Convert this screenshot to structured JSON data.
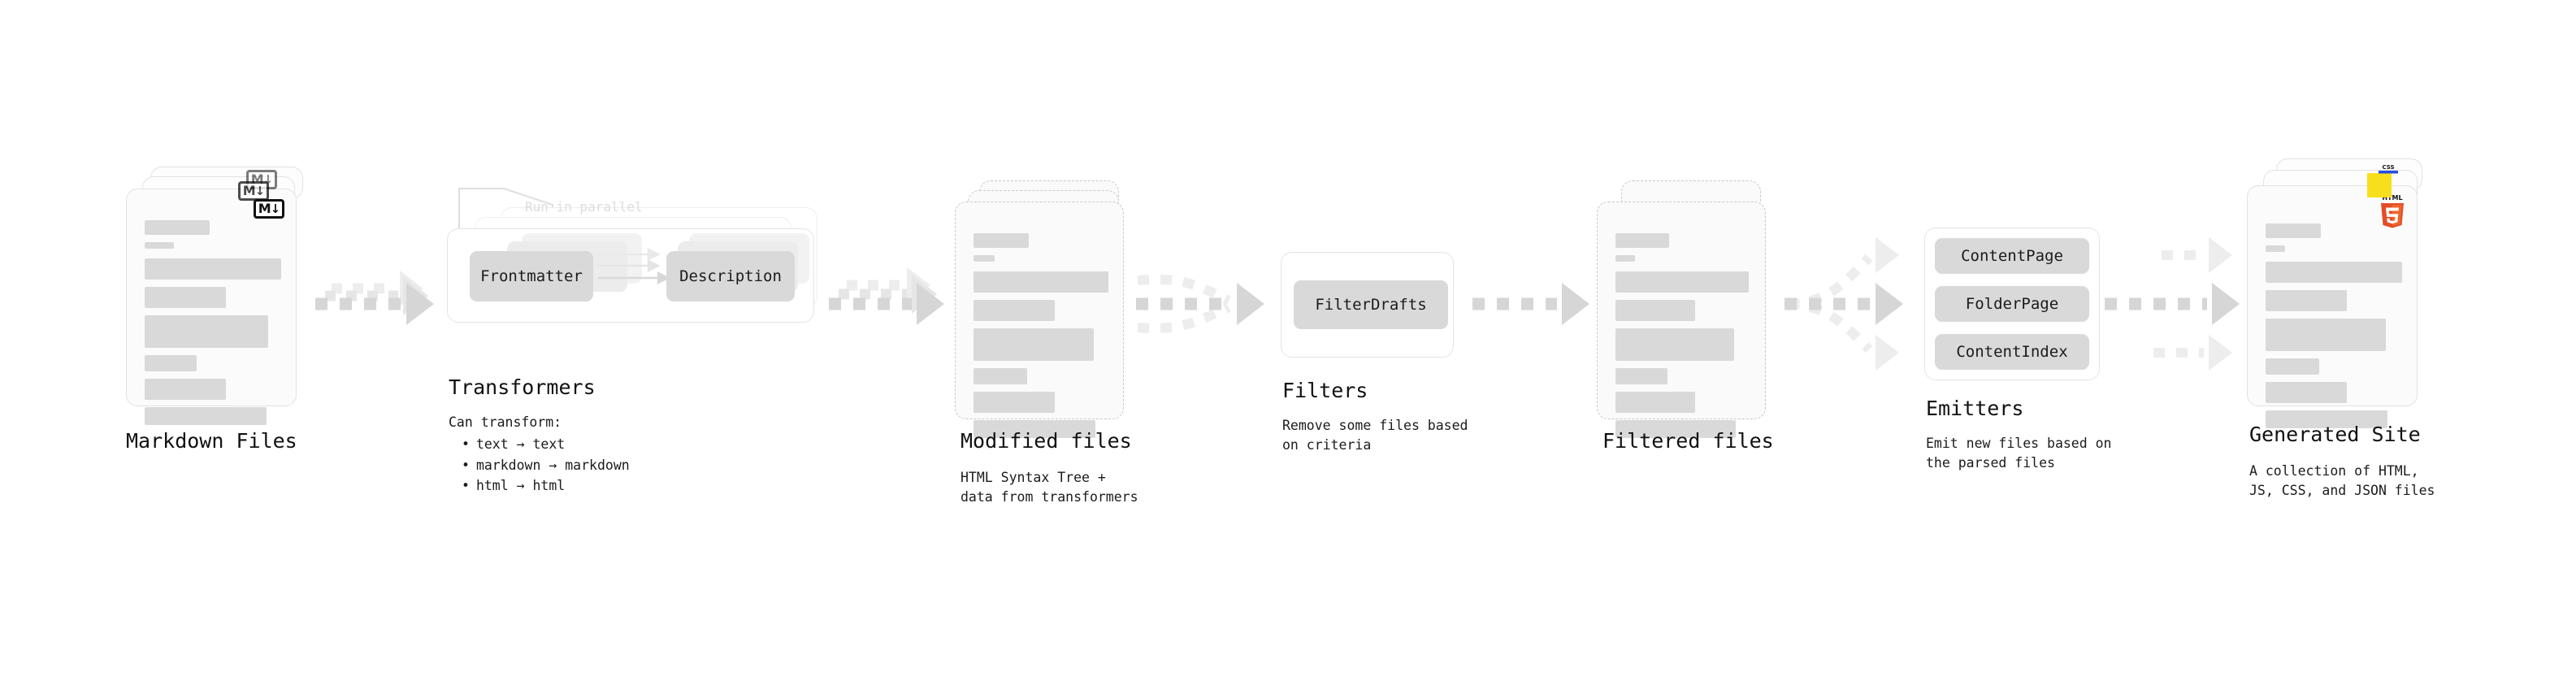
{
  "diagram": {
    "type": "pipeline-flow",
    "stages": [
      {
        "id": "markdown-files",
        "title": "Markdown Files",
        "description": "",
        "icon": "markdown-icon",
        "icon_label_left": "M",
        "icon_label_right": "↓",
        "chips": []
      },
      {
        "id": "transformers",
        "title": "Transformers",
        "description_head": "Can transform:",
        "bullets": [
          "text → text",
          "markdown → markdown",
          "html → html"
        ],
        "annotation": "Run in parallel",
        "chips": [
          "Frontmatter",
          "Description"
        ]
      },
      {
        "id": "modified-files",
        "title": "Modified files",
        "description": "HTML Syntax Tree +\ndata from transformers",
        "chips": []
      },
      {
        "id": "filters",
        "title": "Filters",
        "description": "Remove some files based\non criteria",
        "chips": [
          "FilterDrafts"
        ]
      },
      {
        "id": "filtered-files",
        "title": "Filtered files",
        "description": "",
        "chips": []
      },
      {
        "id": "emitters",
        "title": "Emitters",
        "description": "Emit new files based on\nthe parsed files",
        "chips": [
          "ContentPage",
          "FolderPage",
          "ContentIndex"
        ]
      },
      {
        "id": "generated-site",
        "title": "Generated Site",
        "description": "A collection of HTML,\nJS, CSS, and JSON files",
        "icons": [
          "html5-icon",
          "js-icon",
          "css3-icon"
        ]
      }
    ],
    "colors": {
      "background": "#ffffff",
      "card_fill": "#fbfbfb",
      "card_border": "#e2e2e2",
      "dashed_border": "#c9c9c9",
      "skeleton_bar": "#d9d9d9",
      "chip_fill": "#d9d9d9",
      "arrow": "#d6d6d6",
      "arrow_faded": "#ededed",
      "text": "#111111",
      "annotation_text": "#dcdcdc",
      "html5_orange": "#e44d26",
      "html5_orange_light": "#f16529",
      "js_yellow": "#f7df1e",
      "css_blue": "#264de4"
    }
  }
}
